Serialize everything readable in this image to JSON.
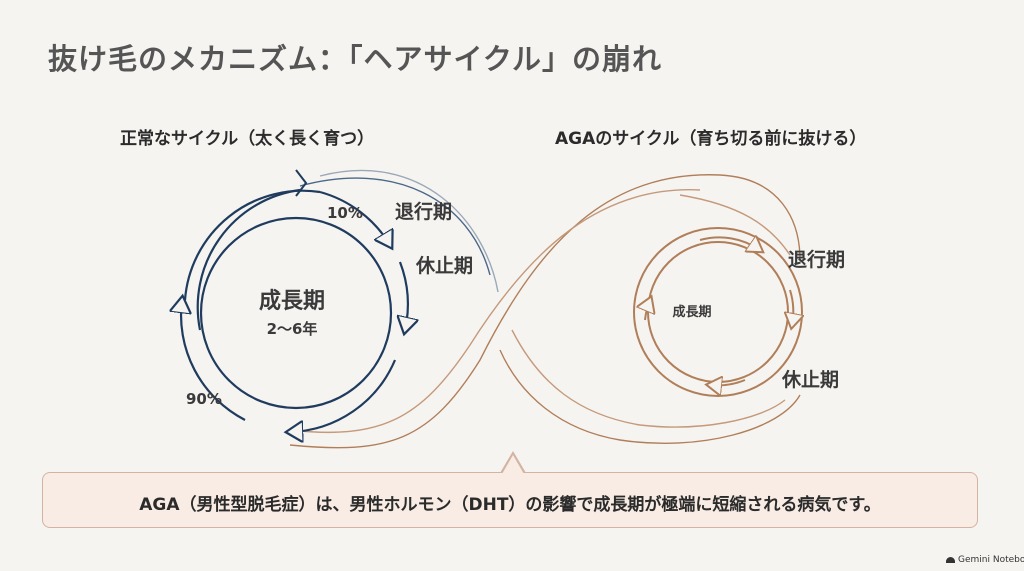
{
  "title": "抜け毛のメカニズム：「ヘアサイクル」の崩れ",
  "left_cycle": {
    "heading": "正常なサイクル（太く長く育つ）",
    "center_label": "成長期",
    "center_sub": "2〜6年",
    "pct_top": "10%",
    "pct_bottom": "90%",
    "phase_catagen": "退行期",
    "phase_telogen": "休止期",
    "color": "#1f3b5e"
  },
  "right_cycle": {
    "heading": "AGAのサイクル（育ち切る前に抜ける）",
    "center_label": "成長期",
    "phase_catagen": "退行期",
    "phase_telogen": "休止期",
    "color": "#b07f5a"
  },
  "callout": {
    "text": "AGA（男性型脱毛症）は、男性ホルモン（DHT）の影響で成長期が極端に短縮される病気です。"
  },
  "brand": {
    "label": "Gemini Notebook",
    "icon": "cloud-icon"
  }
}
